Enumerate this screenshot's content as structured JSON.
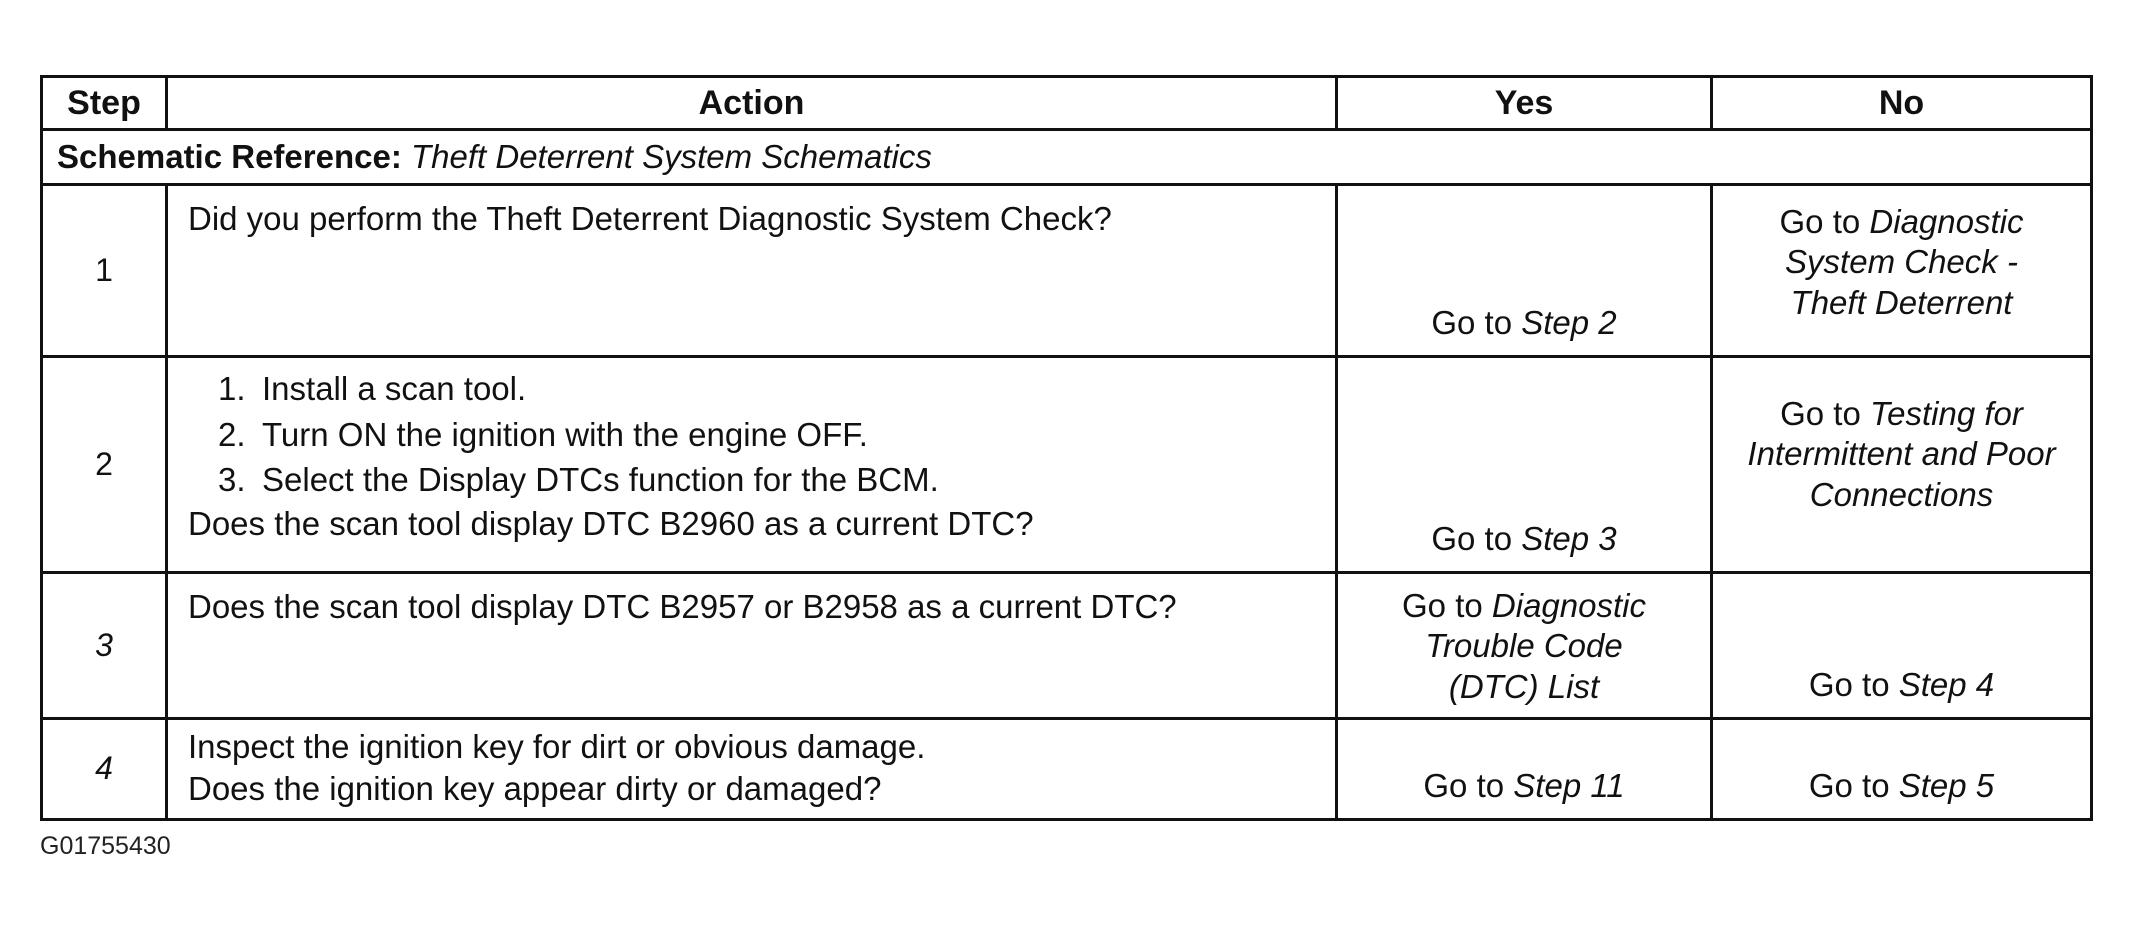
{
  "table": {
    "headers": {
      "step": "Step",
      "action": "Action",
      "yes": "Yes",
      "no": "No"
    },
    "reference": {
      "label": "Schematic Reference:",
      "value": "Theft Deterrent System Schematics"
    },
    "rows": [
      {
        "step": "1",
        "action": "Did you perform the Theft Deterrent Diagnostic System Check?",
        "yes_prefix": "Go to ",
        "yes_link": "Step 2",
        "no_prefix": "Go to ",
        "no_link": "Diagnostic System Check - Theft Deterrent"
      },
      {
        "step": "2",
        "list": [
          {
            "num": "1.",
            "text": "Install a scan tool."
          },
          {
            "num": "2.",
            "text": "Turn ON the ignition with the engine OFF."
          },
          {
            "num": "3.",
            "text": "Select the Display DTCs function for the BCM."
          }
        ],
        "question": "Does the scan tool display DTC B2960 as a current DTC?",
        "yes_prefix": "Go to ",
        "yes_link": "Step 3",
        "no_prefix": "Go to ",
        "no_link": "Testing for Intermittent and Poor Connections"
      },
      {
        "step": "3",
        "action": "Does the scan tool display DTC B2957 or B2958 as a current DTC?",
        "yes_prefix": "Go to ",
        "yes_link": "Diagnostic Trouble Code (DTC) List",
        "no_prefix": "Go to ",
        "no_link": "Step 4"
      },
      {
        "step": "4",
        "action_line1": "Inspect the ignition key for dirt or obvious damage.",
        "action_line2": "Does the ignition key appear dirty or damaged?",
        "yes_prefix": "Go to ",
        "yes_link": "Step 11",
        "no_prefix": "Go to ",
        "no_link": "Step 5"
      }
    ]
  },
  "footer": {
    "code": "G01755430"
  }
}
